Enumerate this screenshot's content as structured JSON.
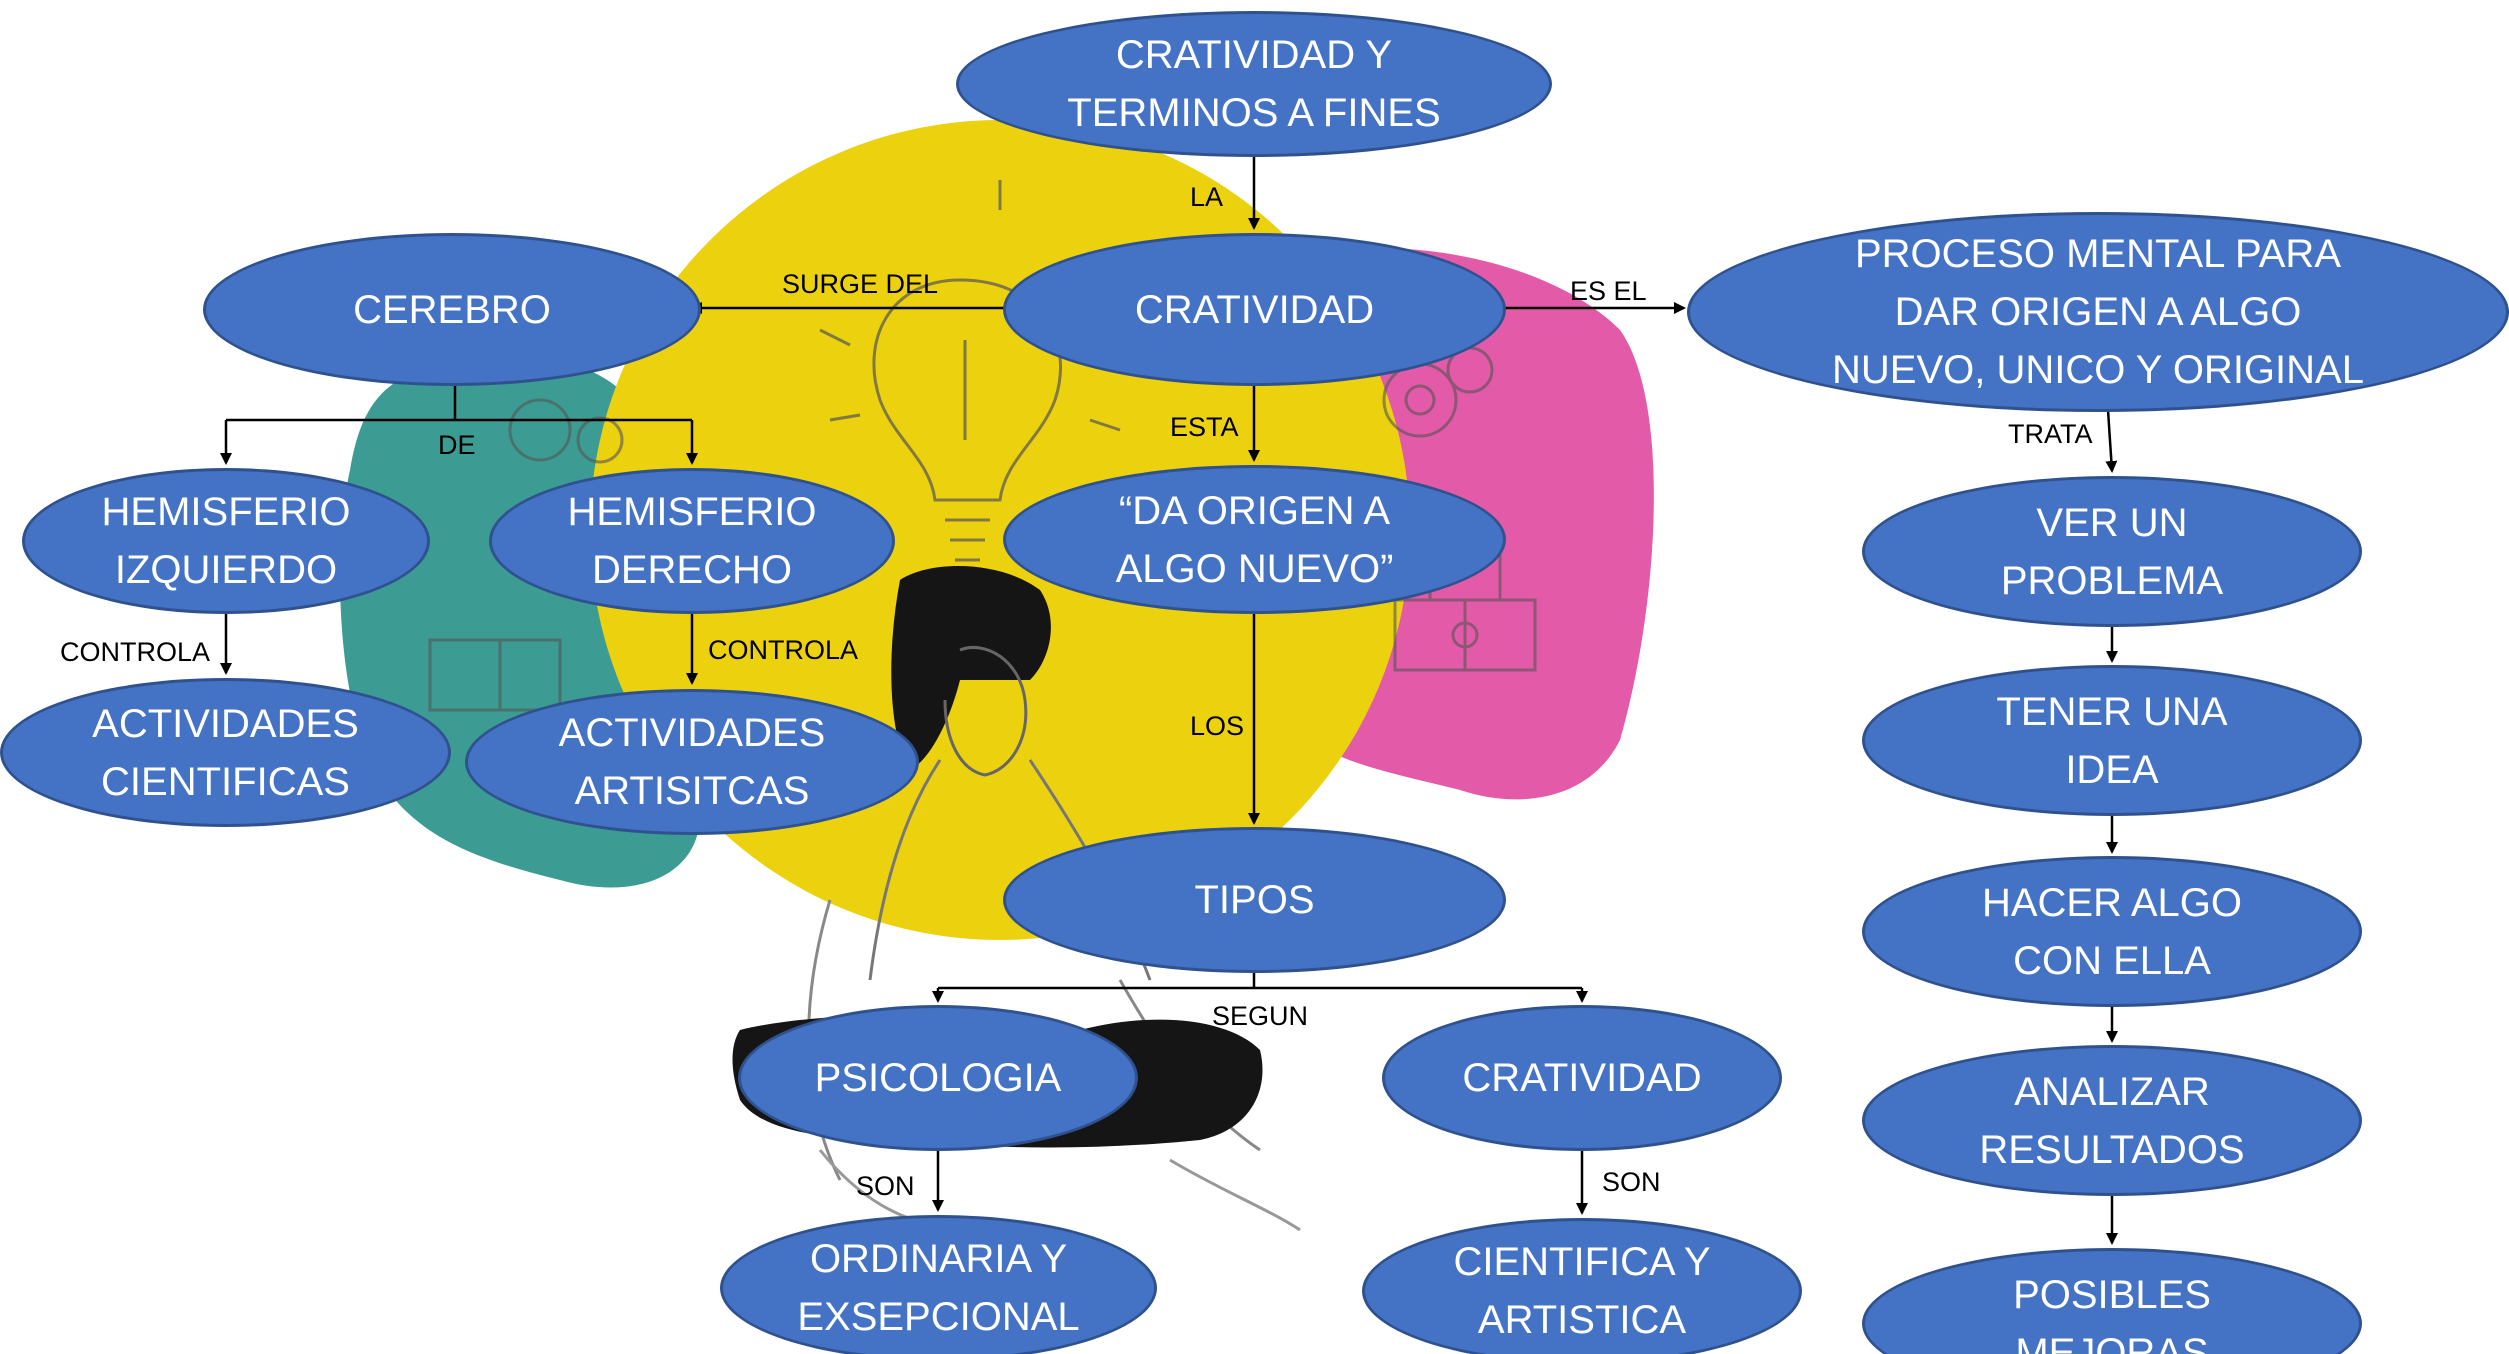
{
  "colors": {
    "node_fill": "#4472c4",
    "node_border": "#2f528f",
    "node_text": "#ffffff",
    "yellow_blob": "#ecd10f",
    "teal_blob": "#3c9c93",
    "pink_blob": "#e35aa8",
    "connector": "#000000"
  },
  "nodes": {
    "title": "CRATIVIDAD Y\nTERMINOS A FINES",
    "creatividad": "CRATIVIDAD",
    "proceso": "PROCESO MENTAL PARA\nDAR ORIGEN A ALGO\nNUEVO, UNICO Y ORIGINAL",
    "cerebro": "CEREBRO",
    "hem_izq": "HEMISFERIO\nIZQUIERDO",
    "hem_der": "HEMISFERIO\nDERECHO",
    "act_cient": "ACTIVIDADES\nCIENTIFICAS",
    "act_art": "ACTIVIDADES\nARTISITCAS",
    "da_origen": "“DA ORIGEN A\nALGO NUEVO”",
    "tipos": "TIPOS",
    "psicologia": "PSICOLOGIA",
    "creatividad2": "CRATIVIDAD",
    "ordinaria": "ORDINARIA Y\nEXSEPCIONAL",
    "cientifica": "CIENTIFICA Y\nARTISTICA",
    "ver_problema": "VER UN\nPROBLEMA",
    "tener_idea": "TENER UNA\nIDEA",
    "hacer_algo": "HACER ALGO\nCON ELLA",
    "analizar": "ANALIZAR\nRESULTADOS",
    "posibles": "POSIBLES\nMEJORAS"
  },
  "labels": {
    "la": "LA",
    "surge_del": "SURGE DEL",
    "es_el": "ES EL",
    "esta": "ESTA",
    "de": "DE",
    "trata": "TRATA",
    "controla_left": "CONTROLA",
    "controla_right": "CONTROLA",
    "los": "LOS",
    "segun": "SEGUN",
    "son_left": "SON",
    "son_right": "SON"
  },
  "icons": [
    "lightbulb-icon",
    "puzzle-icon",
    "gears-icon",
    "thinking-person-icon"
  ]
}
